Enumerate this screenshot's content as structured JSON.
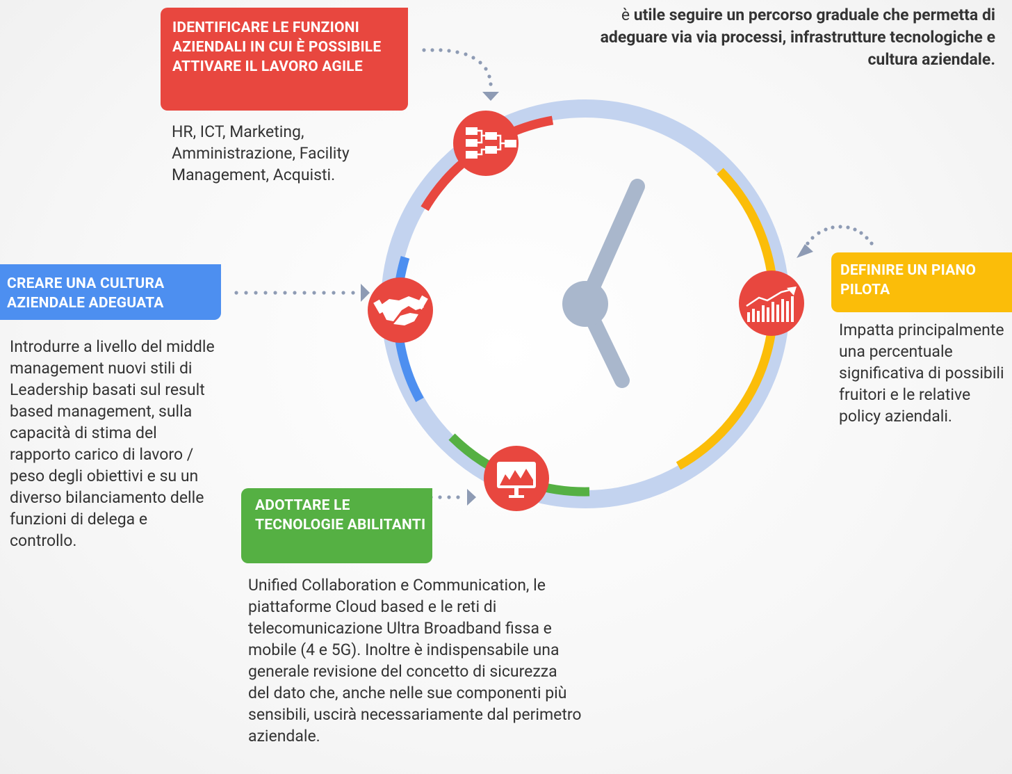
{
  "header": {
    "prefix": "è",
    "bold": "utile seguire un percorso graduale che permetta di adeguare via via processi, infrastrutture tecnologiche e cultura aziendale."
  },
  "steps": [
    {
      "key": "identify",
      "label": "IDENTIFICARE LE FUNZIONI AZIENDALI IN CUI È POSSIBILE ATTIVARE IL LAVORO AGILE",
      "description": "HR, ICT, Marketing, Amministrazione, Facility Management, Acquisti.",
      "color": "#e8473f",
      "icon": "org-chart-icon"
    },
    {
      "key": "culture",
      "label": "CREARE UNA CULTURA AZIENDALE ADEGUATA",
      "description": "Introdurre a livello del middle management nuovi stili di Leadership basati sul result based management, sulla capacità di stima del rapporto carico di lavoro / peso degli obiettivi e su un diverso bilanciamento delle funzioni di delega e controllo.",
      "color": "#4d8ff0",
      "icon": "handshake-icon"
    },
    {
      "key": "pilot",
      "label": "DEFINIRE UN PIANO PILOTA",
      "description": "Impatta principalmente una percentuale significativa di possibili fruitori e le relative policy aziendali.",
      "color": "#fbbd09",
      "icon": "growth-chart-icon"
    },
    {
      "key": "tech",
      "label": "ADOTTARE LE TECNOLOGIE ABILITANTI",
      "description": "Unified Collaboration e Communication, le piattaforme Cloud based e le reti di telecomunicazione Ultra Broadband fissa e mobile (4 e 5G). Inoltre è indispensabile una generale revisione del concetto di sicurezza del dato che, anche nelle sue componenti più sensibili, uscirà necessariamente dal perimetro aziendale.",
      "color": "#55b043",
      "icon": "monitor-icon"
    }
  ],
  "colors": {
    "ring": "#c3d3ef",
    "hands": "#a9b7cc",
    "icon_circle": "#e8473f",
    "dots": "#8e9bb4"
  }
}
